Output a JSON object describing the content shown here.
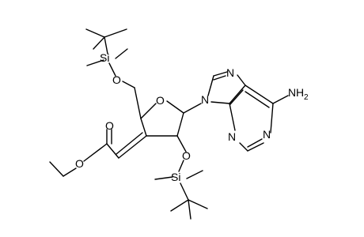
{
  "molecule": {
    "atoms": {
      "o_top": "O",
      "si_top": "Si",
      "o_ring": "O",
      "n9": "N",
      "n7": "N",
      "n3": "N",
      "n1": "N",
      "nh2_n": "N",
      "nh2_h": "H",
      "nh2_sub": "2",
      "o_carbonyl": "O",
      "o_ester": "O",
      "o_bottom": "O",
      "si_bottom": "Si"
    }
  }
}
